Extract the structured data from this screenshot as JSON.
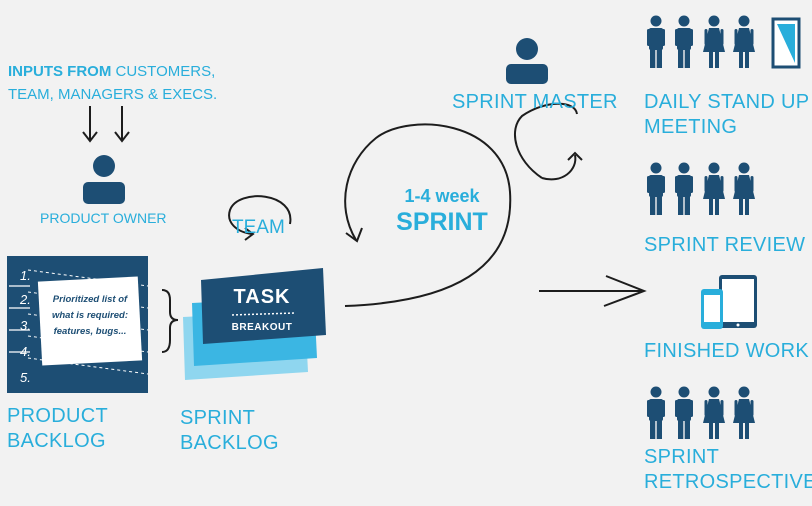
{
  "colors": {
    "cyan": "#29aedb",
    "navy": "#1d4e74",
    "light_cyan": "#8fd6ef",
    "mid_cyan": "#3bb6e3",
    "background": "#f2f2f2"
  },
  "inputs": {
    "bold": "INPUTS FROM",
    "rest_line1": "CUSTOMERS,",
    "line2": "TEAM, MANAGERS & EXECS."
  },
  "product_owner": "PRODUCT OWNER",
  "product_backlog": {
    "label_line1": "PRODUCT",
    "label_line2": "BACKLOG",
    "numbers": [
      "1.",
      "2.",
      "3.",
      "4.",
      "5."
    ],
    "card_text": [
      "Prioritized list of",
      "what is required:",
      "features, bugs..."
    ]
  },
  "sprint_backlog": {
    "label_line1": "SPRINT",
    "label_line2": "BACKLOG",
    "task": "TASK",
    "breakout": "BREAKOUT"
  },
  "team": "TEAM",
  "sprint": {
    "duration": "1-4 week",
    "word": "SPRINT"
  },
  "sprint_master": "SPRINT MASTER",
  "outcomes": {
    "daily_line1": "DAILY STAND UP",
    "daily_line2": "MEETING",
    "review": "SPRINT REVIEW",
    "finished": "FINISHED WORK",
    "retro_line1": "SPRINT",
    "retro_line2": "RETROSPECTIVE"
  },
  "icons": [
    "person-icon",
    "down-arrow-icon",
    "loop-arrow-icon",
    "right-arrow-icon",
    "people-group-icon",
    "document-icon",
    "phone-icon",
    "tablet-icon",
    "brace-icon"
  ]
}
